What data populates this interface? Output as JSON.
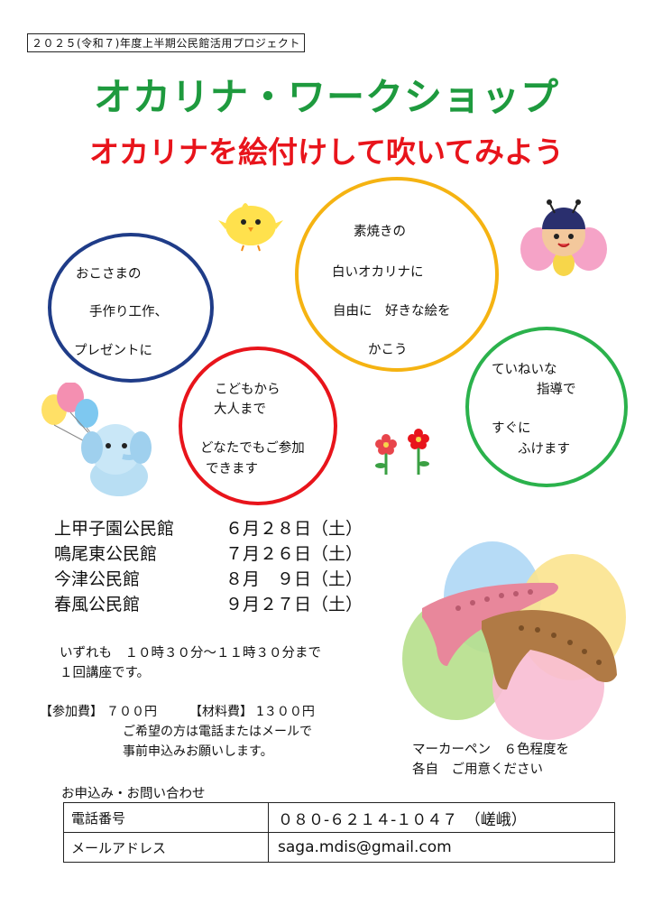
{
  "header": {
    "project_tag": "２０２５(令和７)年度上半期公民館活用プロジェクト",
    "title": "オカリナ・ワークショップ",
    "subtitle": "オカリナを絵付けして吹いてみよう"
  },
  "bubbles": {
    "kids": {
      "color": "#1f3c88",
      "lines": [
        "おこさまの",
        "手作り工作、",
        "プレゼントに"
      ]
    },
    "paint": {
      "color": "#f5b312",
      "lines": [
        "素焼きの",
        "白いオカリナに",
        "自由に　好きな絵を",
        "かこう"
      ]
    },
    "everyone": {
      "color": "#e8141b",
      "lines": [
        "こどもから",
        "大人まで",
        "どなたでもご参加",
        "できます"
      ]
    },
    "teaching": {
      "color": "#2bb24c",
      "lines": [
        "ていねいな",
        "指導で",
        "すぐに",
        "ふけます"
      ]
    }
  },
  "schedule": [
    {
      "venue": "上甲子園公民館",
      "date": "６月２８日（土）"
    },
    {
      "venue": "鳴尾東公民館",
      "date": "７月２６日（土）"
    },
    {
      "venue": "今津公民館",
      "date": "８月　９日（土）"
    },
    {
      "venue": "春風公民館",
      "date": "９月２７日（土）"
    }
  ],
  "time_note": {
    "line1": "いずれも　１０時３０分～１１時３０分まで",
    "line2": "１回講座です。"
  },
  "fees": {
    "participation_label": "【参加費】",
    "participation_value": "７００円",
    "material_label": "【材料費】",
    "material_value": "1３００円",
    "apply_line1": "ご希望の方は電話またはメールで",
    "apply_line2": "事前申込みお願いします。"
  },
  "marker_note": {
    "line1": "マーカーペン　６色程度を",
    "line2": "各自　ご用意ください"
  },
  "contact": {
    "heading": "お申込み・お問い合わせ",
    "phone_label": "電話番号",
    "phone_value": "０８０-６２１４-１０４７　（嵯峨）",
    "email_label": "メールアドレス",
    "email_value": "saga.mdis@gmail.com"
  },
  "decor": {
    "illustrations": [
      "chick-icon",
      "ladybug-icon",
      "elephant-with-balloons-icon",
      "flowers-icon",
      "ocarina-image"
    ],
    "colors": {
      "title_green": "#1e9a3e",
      "subtitle_red": "#e8141b"
    }
  }
}
